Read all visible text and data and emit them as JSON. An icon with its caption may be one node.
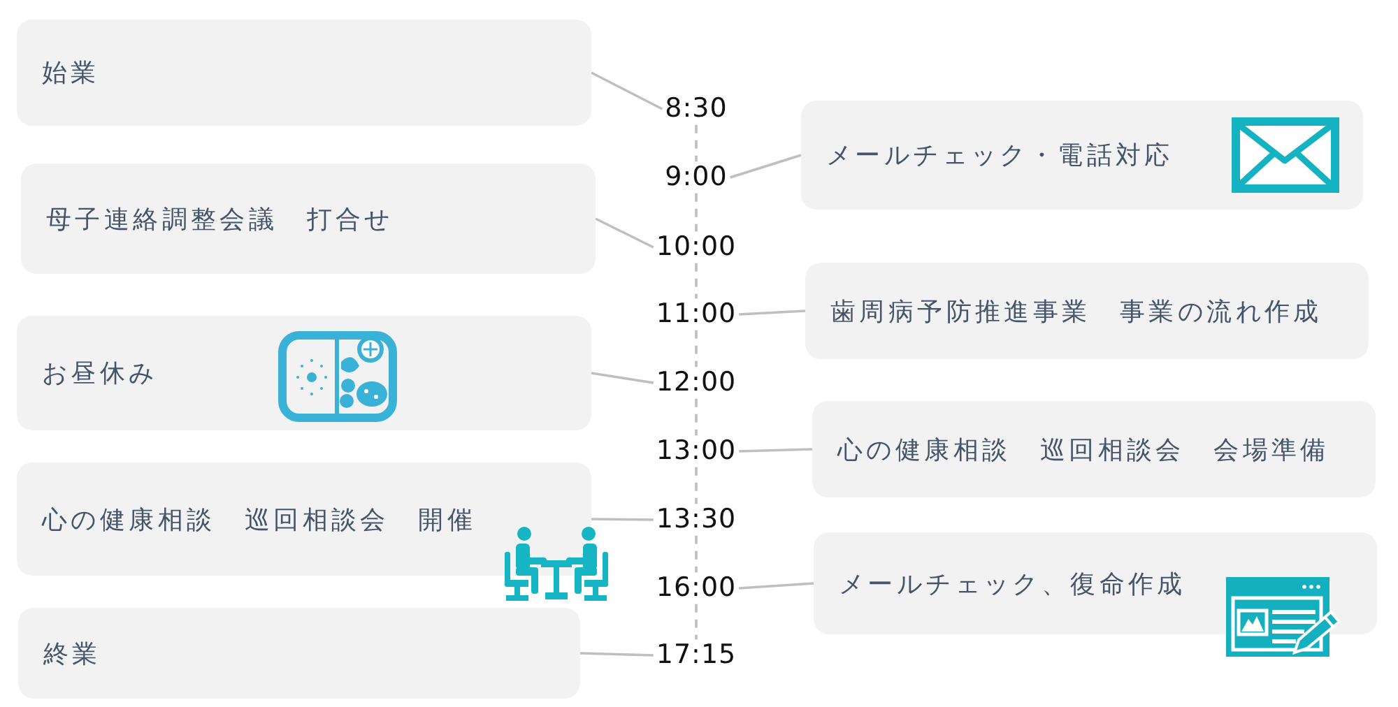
{
  "diagram": {
    "nodes": [
      {
        "text": [
          "始業"
        ]
      },
      {
        "text": [
          "8:30"
        ]
      },
      {
        "text": [
          "メールチェック・電話対応"
        ]
      },
      {
        "text": [
          "9:00"
        ]
      },
      {
        "text": [
          "母子連絡調整会議　打合せ"
        ]
      },
      {
        "text": [
          "10:00"
        ]
      },
      {
        "text": [
          "歯周病予防推進事業　事業の流れ作成"
        ]
      },
      {
        "text": [
          "11:00"
        ]
      },
      {
        "text": [
          "お昼休み"
        ]
      },
      {
        "text": [
          "12:00"
        ]
      },
      {
        "text": [
          "心の健康相談　巡回相談会　会場準備"
        ]
      },
      {
        "text": [
          "13:00"
        ]
      },
      {
        "text": [
          "心の健康相談　巡回相談会　開催"
        ]
      },
      {
        "text": [
          "13:30"
        ]
      },
      {
        "text": [
          "メールチェック、復命作成"
        ]
      },
      {
        "text": [
          "16:00"
        ]
      },
      {
        "text": [
          "終業"
        ]
      },
      {
        "text": [
          "17:15"
        ]
      }
    ],
    "edges": [
      {
        "from": 0,
        "to": 1,
        "arrow": "none"
      },
      {
        "from": 2,
        "to": 3,
        "arrow": "none"
      },
      {
        "from": 4,
        "to": 5,
        "arrow": "none"
      },
      {
        "from": 6,
        "to": 7,
        "arrow": "none"
      },
      {
        "from": 8,
        "to": 9,
        "arrow": "none"
      },
      {
        "from": 10,
        "to": 11,
        "arrow": "none"
      },
      {
        "from": 12,
        "to": 13,
        "arrow": "none"
      },
      {
        "from": 14,
        "to": 15,
        "arrow": "none"
      },
      {
        "from": 16,
        "to": 17,
        "arrow": "none"
      },
      {
        "from": 1,
        "to": 3,
        "arrow": "none",
        "style": "dashed"
      },
      {
        "from": 3,
        "to": 5,
        "arrow": "none",
        "style": "dashed"
      },
      {
        "from": 5,
        "to": 7,
        "arrow": "none",
        "style": "dashed"
      },
      {
        "from": 7,
        "to": 9,
        "arrow": "none",
        "style": "dashed"
      },
      {
        "from": 9,
        "to": 11,
        "arrow": "none",
        "style": "dashed"
      },
      {
        "from": 11,
        "to": 13,
        "arrow": "none",
        "style": "dashed"
      },
      {
        "from": 13,
        "to": 15,
        "arrow": "none",
        "style": "dashed"
      },
      {
        "from": 15,
        "to": 17,
        "arrow": "none",
        "style": "dashed"
      }
    ]
  }
}
